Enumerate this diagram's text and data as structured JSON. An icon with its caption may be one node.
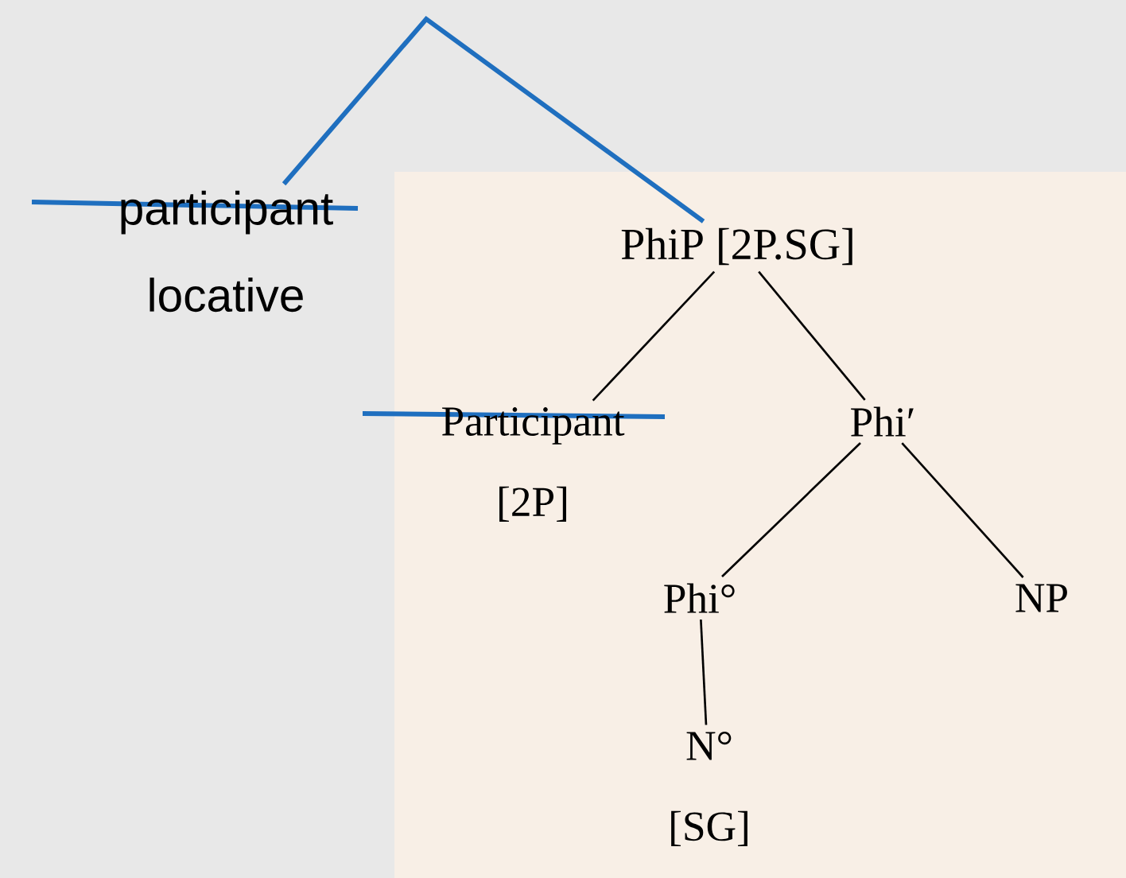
{
  "diagram": {
    "nodes": [
      {
        "text": [
          "participant",
          "locative"
        ]
      },
      {
        "text": [
          "PhiP [2P.SG]"
        ]
      },
      {
        "text": [
          "Participant",
          "[2P]"
        ]
      },
      {
        "text": [
          "Phi′"
        ]
      },
      {
        "text": [
          "Phi°"
        ]
      },
      {
        "text": [
          "NP"
        ]
      },
      {
        "text": [
          "N°",
          "[SG]"
        ]
      }
    ],
    "edges": [
      {
        "from": 0,
        "to": 1,
        "arrow": "none",
        "color": "#1f6fbf",
        "style": "thick"
      },
      {
        "from": 1,
        "to": 2,
        "arrow": "none"
      },
      {
        "from": 1,
        "to": 3,
        "arrow": "none"
      },
      {
        "from": 3,
        "to": 4,
        "arrow": "none"
      },
      {
        "from": 3,
        "to": 5,
        "arrow": "none"
      },
      {
        "from": 4,
        "to": 6,
        "arrow": "none"
      }
    ]
  }
}
